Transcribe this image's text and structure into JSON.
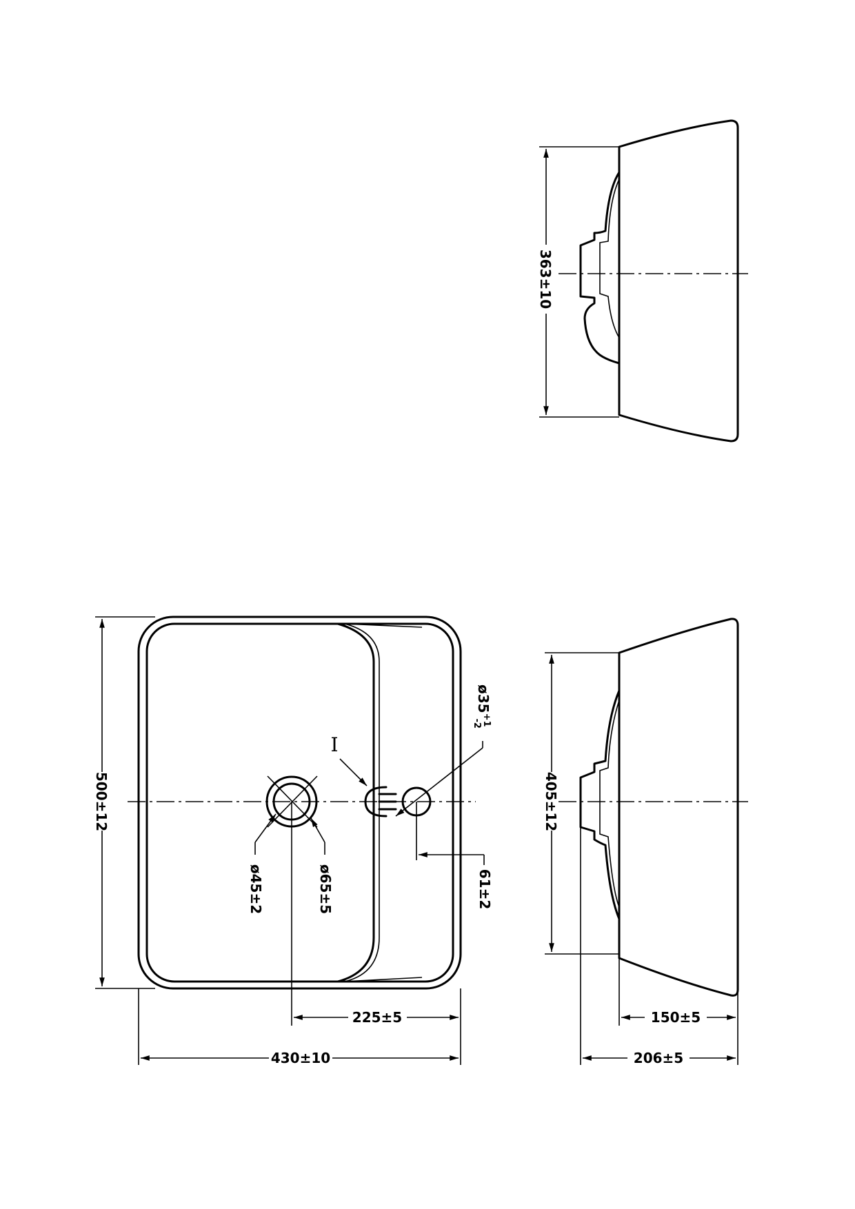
{
  "views": {
    "top_side_view": {
      "dim_height": "363±10"
    },
    "plan_view": {
      "dim_height": "500±12",
      "dim_width": "430±10",
      "dim_drain_offset": "225±5",
      "dim_drain_inner": "ø45±2",
      "dim_drain_outer": "ø65±5",
      "dim_tap_offset": "61±2",
      "dim_tap_hole_prefix": "ø35",
      "dim_tap_hole_upper_tol": "+1",
      "dim_tap_hole_lower_tol": "-2",
      "detail_label": "I"
    },
    "side_view": {
      "dim_height": "405±12",
      "dim_depth": "150±5",
      "dim_total_depth": "206±5"
    }
  }
}
